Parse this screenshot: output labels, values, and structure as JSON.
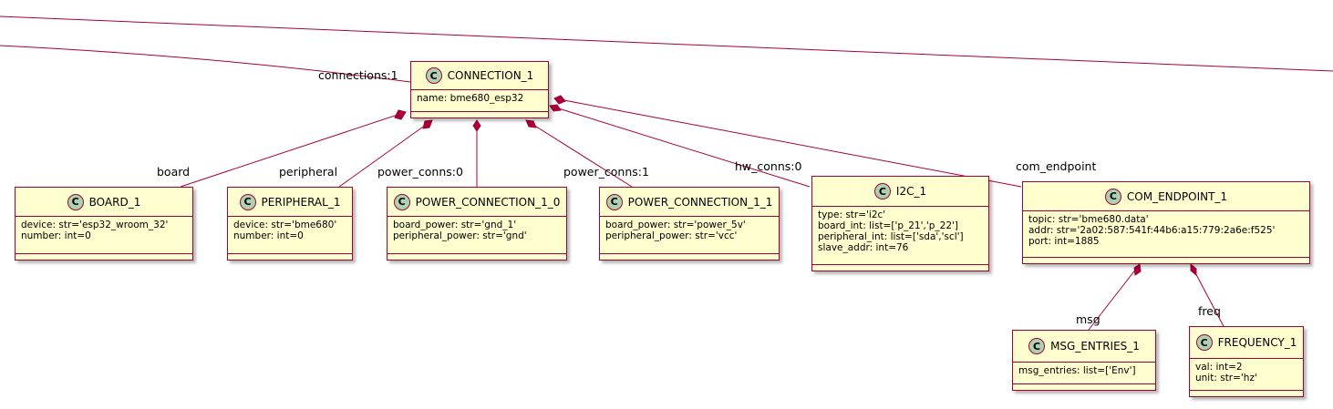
{
  "colors": {
    "border": "#A80036",
    "fill": "#FEFECE",
    "class_icon": "#ADD1B2"
  },
  "icons": {
    "class_marker": "class-circle-icon",
    "composition_end": "filled-diamond-icon"
  },
  "connection": {
    "name": "CONNECTION_1",
    "icon": "C",
    "attrs": [
      "name: bme680_esp32"
    ]
  },
  "classes": [
    {
      "key": "board",
      "name": "BOARD_1",
      "icon": "C",
      "attrs": [
        "device: str='esp32_wroom_32'",
        "number: int=0"
      ]
    },
    {
      "key": "peripheral",
      "name": "PERIPHERAL_1",
      "icon": "C",
      "attrs": [
        "device: str='bme680'",
        "number: int=0"
      ]
    },
    {
      "key": "power0",
      "name": "POWER_CONNECTION_1_0",
      "icon": "C",
      "attrs": [
        "board_power: str='gnd_1'",
        "peripheral_power: str='gnd'"
      ]
    },
    {
      "key": "power1",
      "name": "POWER_CONNECTION_1_1",
      "icon": "C",
      "attrs": [
        "board_power: str='power_5v'",
        "peripheral_power: str='vcc'"
      ]
    },
    {
      "key": "i2c",
      "name": "I2C_1",
      "icon": "C",
      "attrs": [
        "type: str='i2c'",
        "board_int: list=['p_21','p_22']",
        "peripheral_int: list=['sda','scl']",
        "slave_addr: int=76"
      ]
    },
    {
      "key": "com",
      "name": "COM_ENDPOINT_1",
      "icon": "C",
      "attrs": [
        "topic: str='bme680.data'",
        "addr: str='2a02:587:541f:44b6:a15:779:2a6e:f525'",
        "port: int=1885"
      ]
    },
    {
      "key": "msg",
      "name": "MSG_ENTRIES_1",
      "icon": "C",
      "attrs": [
        "msg_entries: list=['Env']"
      ]
    },
    {
      "key": "freq",
      "name": "FREQUENCY_1",
      "icon": "C",
      "attrs": [
        "val: int=2",
        "unit: str='hz'"
      ]
    }
  ],
  "edge_labels": {
    "connections": "connections:1",
    "board": "board",
    "peripheral": "peripheral",
    "power0": "power_conns:0",
    "power1": "power_conns:1",
    "i2c": "hw_conns:0",
    "com": "com_endpoint",
    "msg": "msg",
    "freq": "freq"
  }
}
